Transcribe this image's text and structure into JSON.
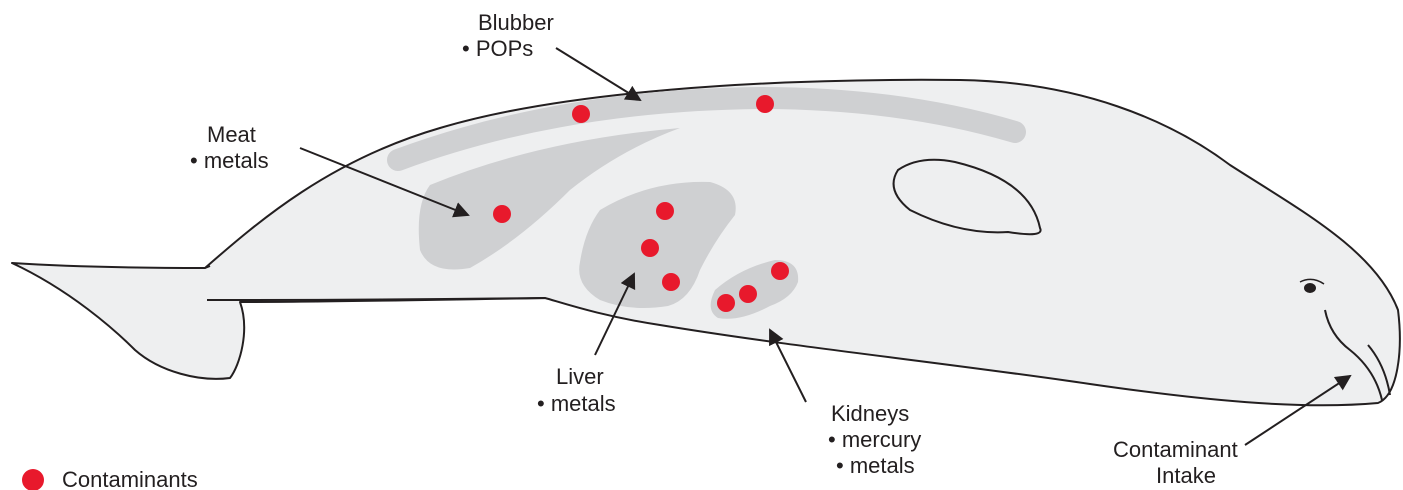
{
  "labels": {
    "blubber": {
      "title": "Blubber",
      "item1": "• POPs"
    },
    "meat": {
      "title": "Meat",
      "item1": "• metals"
    },
    "liver": {
      "title": "Liver",
      "item1": "• metals"
    },
    "kidneys": {
      "title": "Kidneys",
      "item1": "• mercury",
      "item2": "• metals"
    },
    "intake": {
      "line1": "Contaminant",
      "line2": "Intake"
    }
  },
  "legend": {
    "label": "Contaminants"
  },
  "colors": {
    "body_fill": "#eeeff0",
    "organ_fill": "#cfd0d2",
    "outline": "#231f20",
    "contaminant": "#e8192c"
  },
  "icons": [
    "whale-body",
    "eye-icon",
    "contaminant-dot",
    "arrow"
  ]
}
